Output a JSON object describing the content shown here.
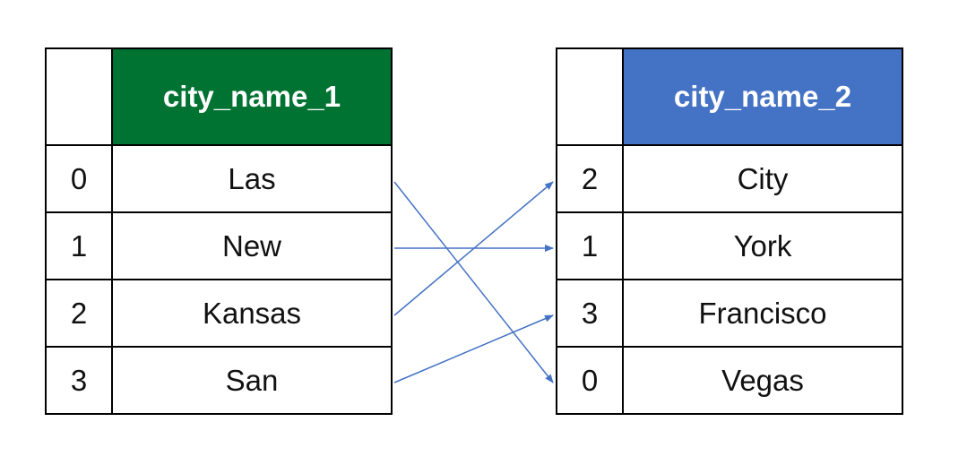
{
  "left_table": {
    "header": "city_name_1",
    "header_color": "#007232",
    "rows": [
      {
        "index": "0",
        "value": "Las"
      },
      {
        "index": "1",
        "value": "New"
      },
      {
        "index": "2",
        "value": "Kansas"
      },
      {
        "index": "3",
        "value": "San"
      }
    ]
  },
  "right_table": {
    "header": "city_name_2",
    "header_color": "#4472C4",
    "rows": [
      {
        "index": "2",
        "value": "City"
      },
      {
        "index": "1",
        "value": "York"
      },
      {
        "index": "3",
        "value": "Francisco"
      },
      {
        "index": "0",
        "value": "Vegas"
      }
    ]
  },
  "arrow_color": "#4472C4",
  "connections": [
    {
      "from_row": 0,
      "to_row": 3
    },
    {
      "from_row": 1,
      "to_row": 1
    },
    {
      "from_row": 2,
      "to_row": 0
    },
    {
      "from_row": 3,
      "to_row": 2
    }
  ]
}
